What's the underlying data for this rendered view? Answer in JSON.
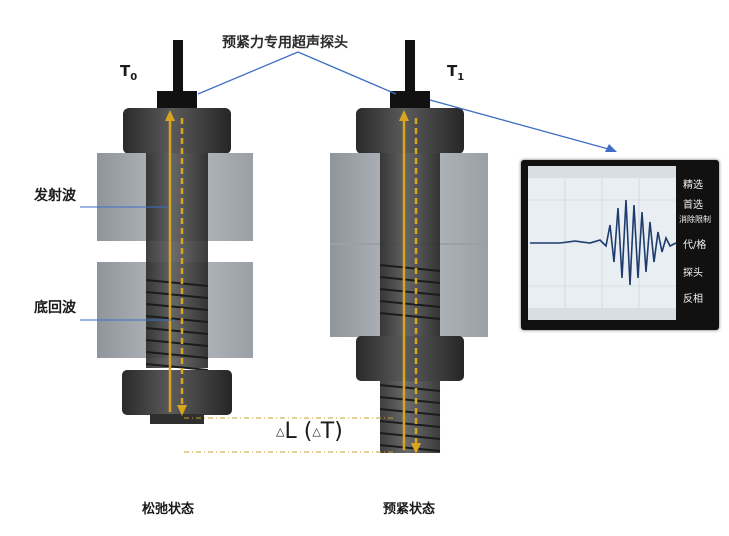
{
  "labels": {
    "title": "预紧力专用超声探头",
    "t0_main": "T",
    "t0_sub": "0",
    "t1_main": "T",
    "t1_sub": "1",
    "emit_wave": "发射波",
    "back_wave": "底回波",
    "delta_l": "L (",
    "delta_t": "T)",
    "state_loose": "松弛状态",
    "state_preload": "预紧状态"
  },
  "scope": {
    "menu": [
      "精选",
      "首选",
      "消除限制",
      "代/格",
      "探头",
      "反相"
    ]
  },
  "colors": {
    "arrow": "#d9a520",
    "bolt": "#3c3c3c",
    "block": "#a8adb2",
    "pointer": "#3e6fc4"
  }
}
